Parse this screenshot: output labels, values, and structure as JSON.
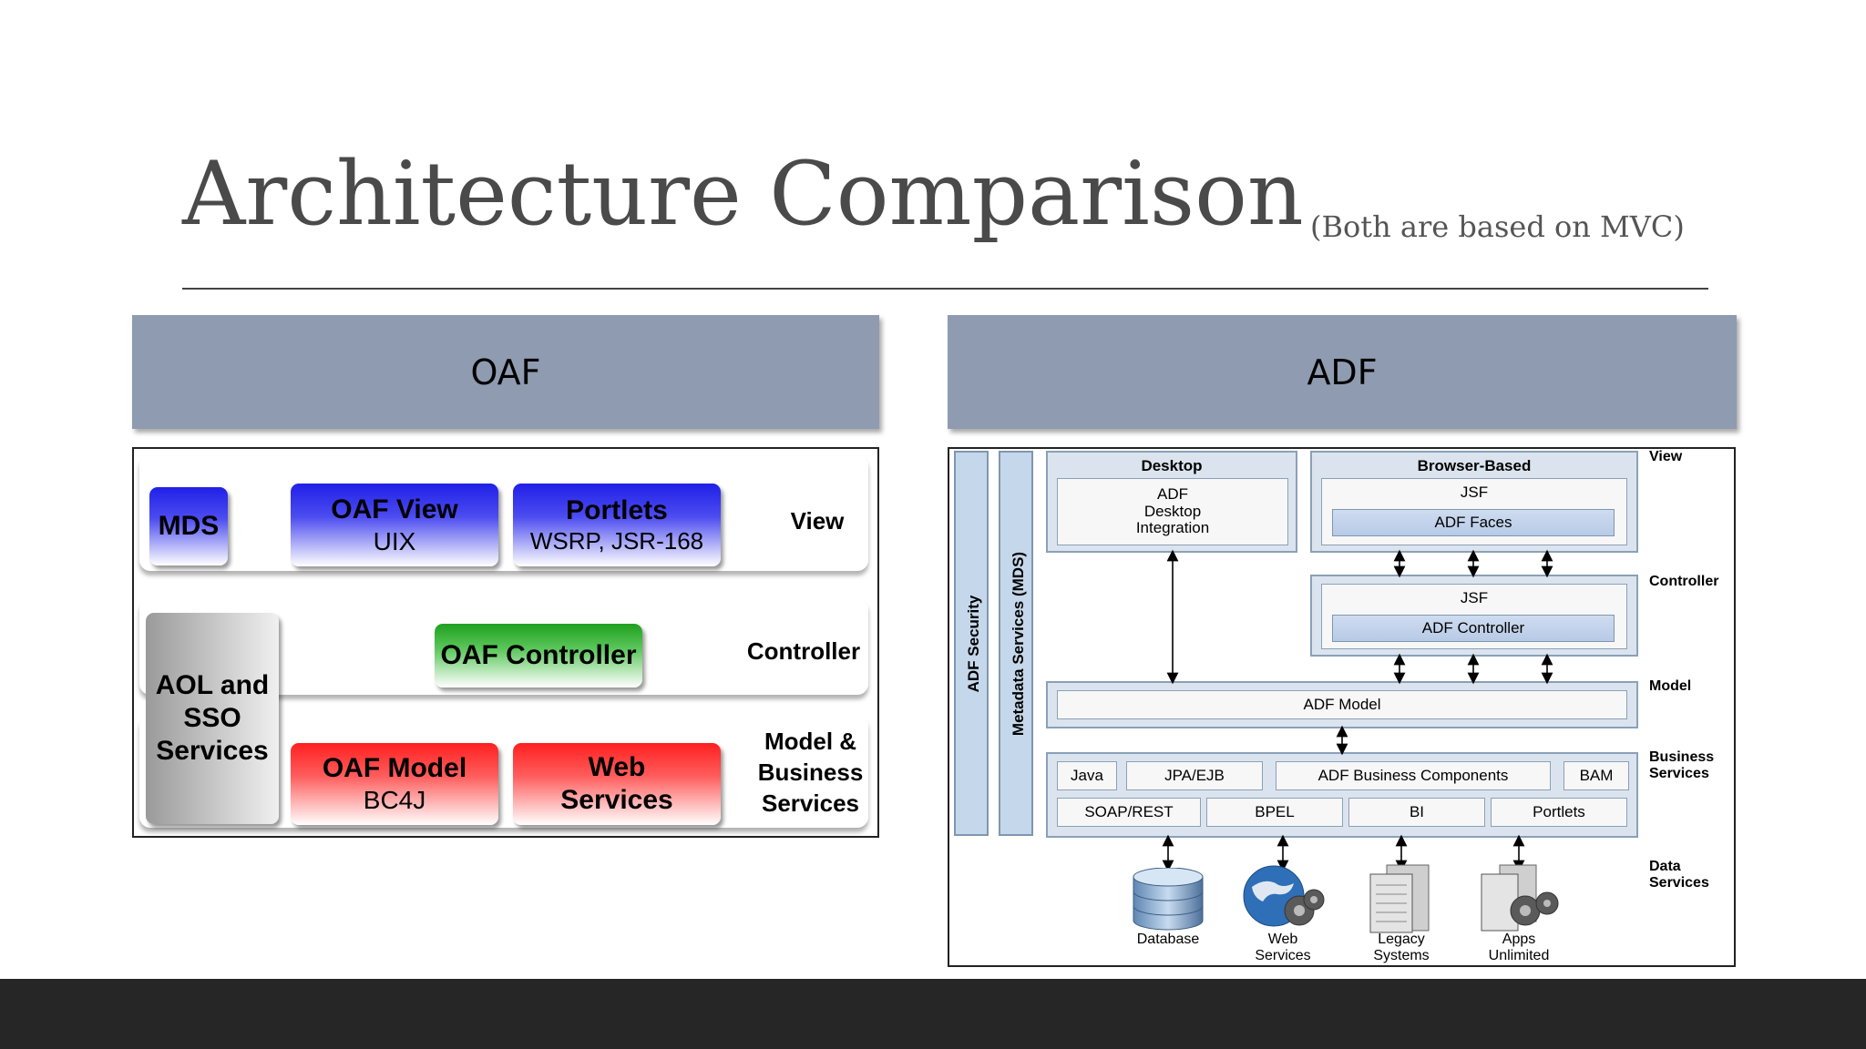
{
  "title": "Architecture Comparison",
  "subtitle": "(Both are based on MVC)",
  "oaf": {
    "header": "OAF",
    "mds": "MDS",
    "view_box": {
      "line1": "OAF View",
      "line2": "UIX"
    },
    "portlets_box": {
      "line1": "Portlets",
      "line2": "WSRP, JSR-168"
    },
    "view_label": "View",
    "aol_box": {
      "line1": "AOL and",
      "line2": "SSO",
      "line3": "Services"
    },
    "controller_box": "OAF Controller",
    "controller_label": "Controller",
    "model_box": {
      "line1": "OAF Model",
      "line2": "BC4J"
    },
    "web_box": {
      "line1": "Web",
      "line2": "Services"
    },
    "model_label": {
      "line1": "Model &",
      "line2": "Business",
      "line3": "Services"
    }
  },
  "adf": {
    "header": "ADF",
    "security": "ADF Security",
    "mds": "Metadata Services (MDS)",
    "desktop": {
      "title": "Desktop",
      "box": {
        "line1": "ADF",
        "line2": "Desktop",
        "line3": "Integration"
      }
    },
    "browser": {
      "title": "Browser-Based",
      "jsf": "JSF",
      "faces": "ADF Faces"
    },
    "controller": {
      "jsf": "JSF",
      "box": "ADF Controller"
    },
    "model": "ADF Model",
    "business": {
      "row1": [
        "Java",
        "JPA/EJB",
        "ADF Business Components",
        "BAM"
      ],
      "row2": [
        "SOAP/REST",
        "BPEL",
        "BI",
        "Portlets"
      ]
    },
    "layer_labels": {
      "view": "View",
      "controller": "Controller",
      "model": "Model",
      "business": {
        "line1": "Business",
        "line2": "Services"
      },
      "data": {
        "line1": "Data",
        "line2": "Services"
      }
    },
    "data_sources": [
      {
        "line1": "Database",
        "line2": "",
        "icon": "database-icon"
      },
      {
        "line1": "Web",
        "line2": "Services",
        "icon": "web-services-icon"
      },
      {
        "line1": "Legacy",
        "line2": "Systems",
        "icon": "legacy-systems-icon"
      },
      {
        "line1": "Apps",
        "line2": "Unlimited",
        "icon": "apps-unlimited-icon"
      }
    ]
  }
}
